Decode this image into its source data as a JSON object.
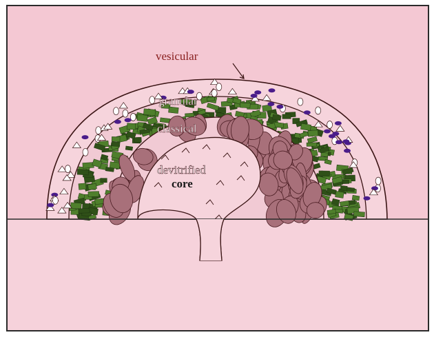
{
  "labels": {
    "vesicular": "vesicular",
    "granular": "granular",
    "classical": "classical",
    "devitrified": "devitrified",
    "core": "core"
  },
  "colors": {
    "background": "#f4c8d3",
    "frame": "#2a2a2a",
    "outline": "#3a1414",
    "green_grain": "#4f7f2c",
    "green_grain_dark": "#2f5018",
    "brown_grain": "#a8707a",
    "brown_grain_edge": "#4a1c22",
    "purple_vesicle": "#4a1c8a",
    "label_red": "#8a2020"
  }
}
